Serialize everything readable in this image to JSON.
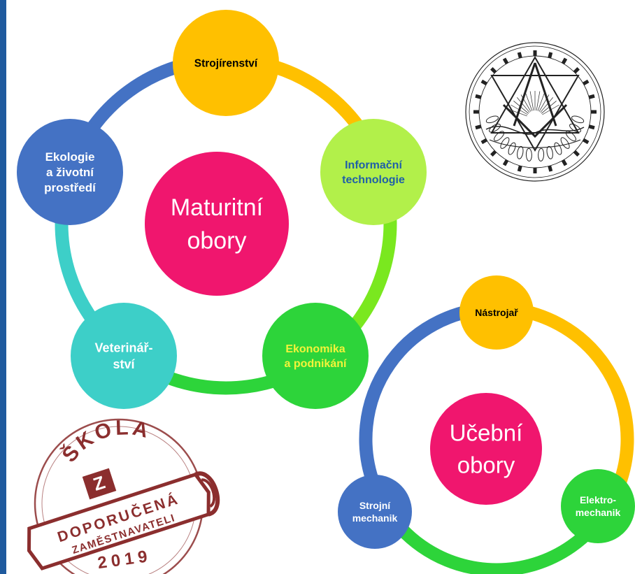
{
  "maturitni": {
    "center": "Maturitní|obory",
    "nodes": [
      {
        "label": "Strojírenství",
        "color": "#FFC000",
        "text_color": "#000000"
      },
      {
        "label": "Informační|technologie",
        "color": "#B2F04A",
        "text_color": "#1F5FA8"
      },
      {
        "label": "Ekonomika|a podnikání",
        "color": "#2DD43A",
        "text_color": "#F3F33A"
      },
      {
        "label": "Veterinář-|ství",
        "color": "#3DCFC8",
        "text_color": "#FFFFFF"
      },
      {
        "label": "Ekologie|a životní|prostředí",
        "color": "#4472C4",
        "text_color": "#FFFFFF"
      }
    ],
    "center_color": "#F0166E"
  },
  "ucebni": {
    "center": "Učební|obory",
    "nodes": [
      {
        "label": "Nástrojař",
        "color": "#FFC000",
        "text_color": "#000000"
      },
      {
        "label": "Elektro-|mechanik",
        "color": "#2DD43A",
        "text_color": "#FFFFFF"
      },
      {
        "label": "Strojní|mechanik",
        "color": "#4472C4",
        "text_color": "#FFFFFF"
      }
    ],
    "center_color": "#F0166E"
  },
  "stamp": {
    "top_text": "ŠKOLA",
    "banner_line1": "DOPORUČENÁ",
    "banner_line2": "ZAMĚSTNAVATELI",
    "year": "2019",
    "color": "#8B2E2E"
  },
  "emblem": {
    "icon": "school-emblem-icon"
  }
}
